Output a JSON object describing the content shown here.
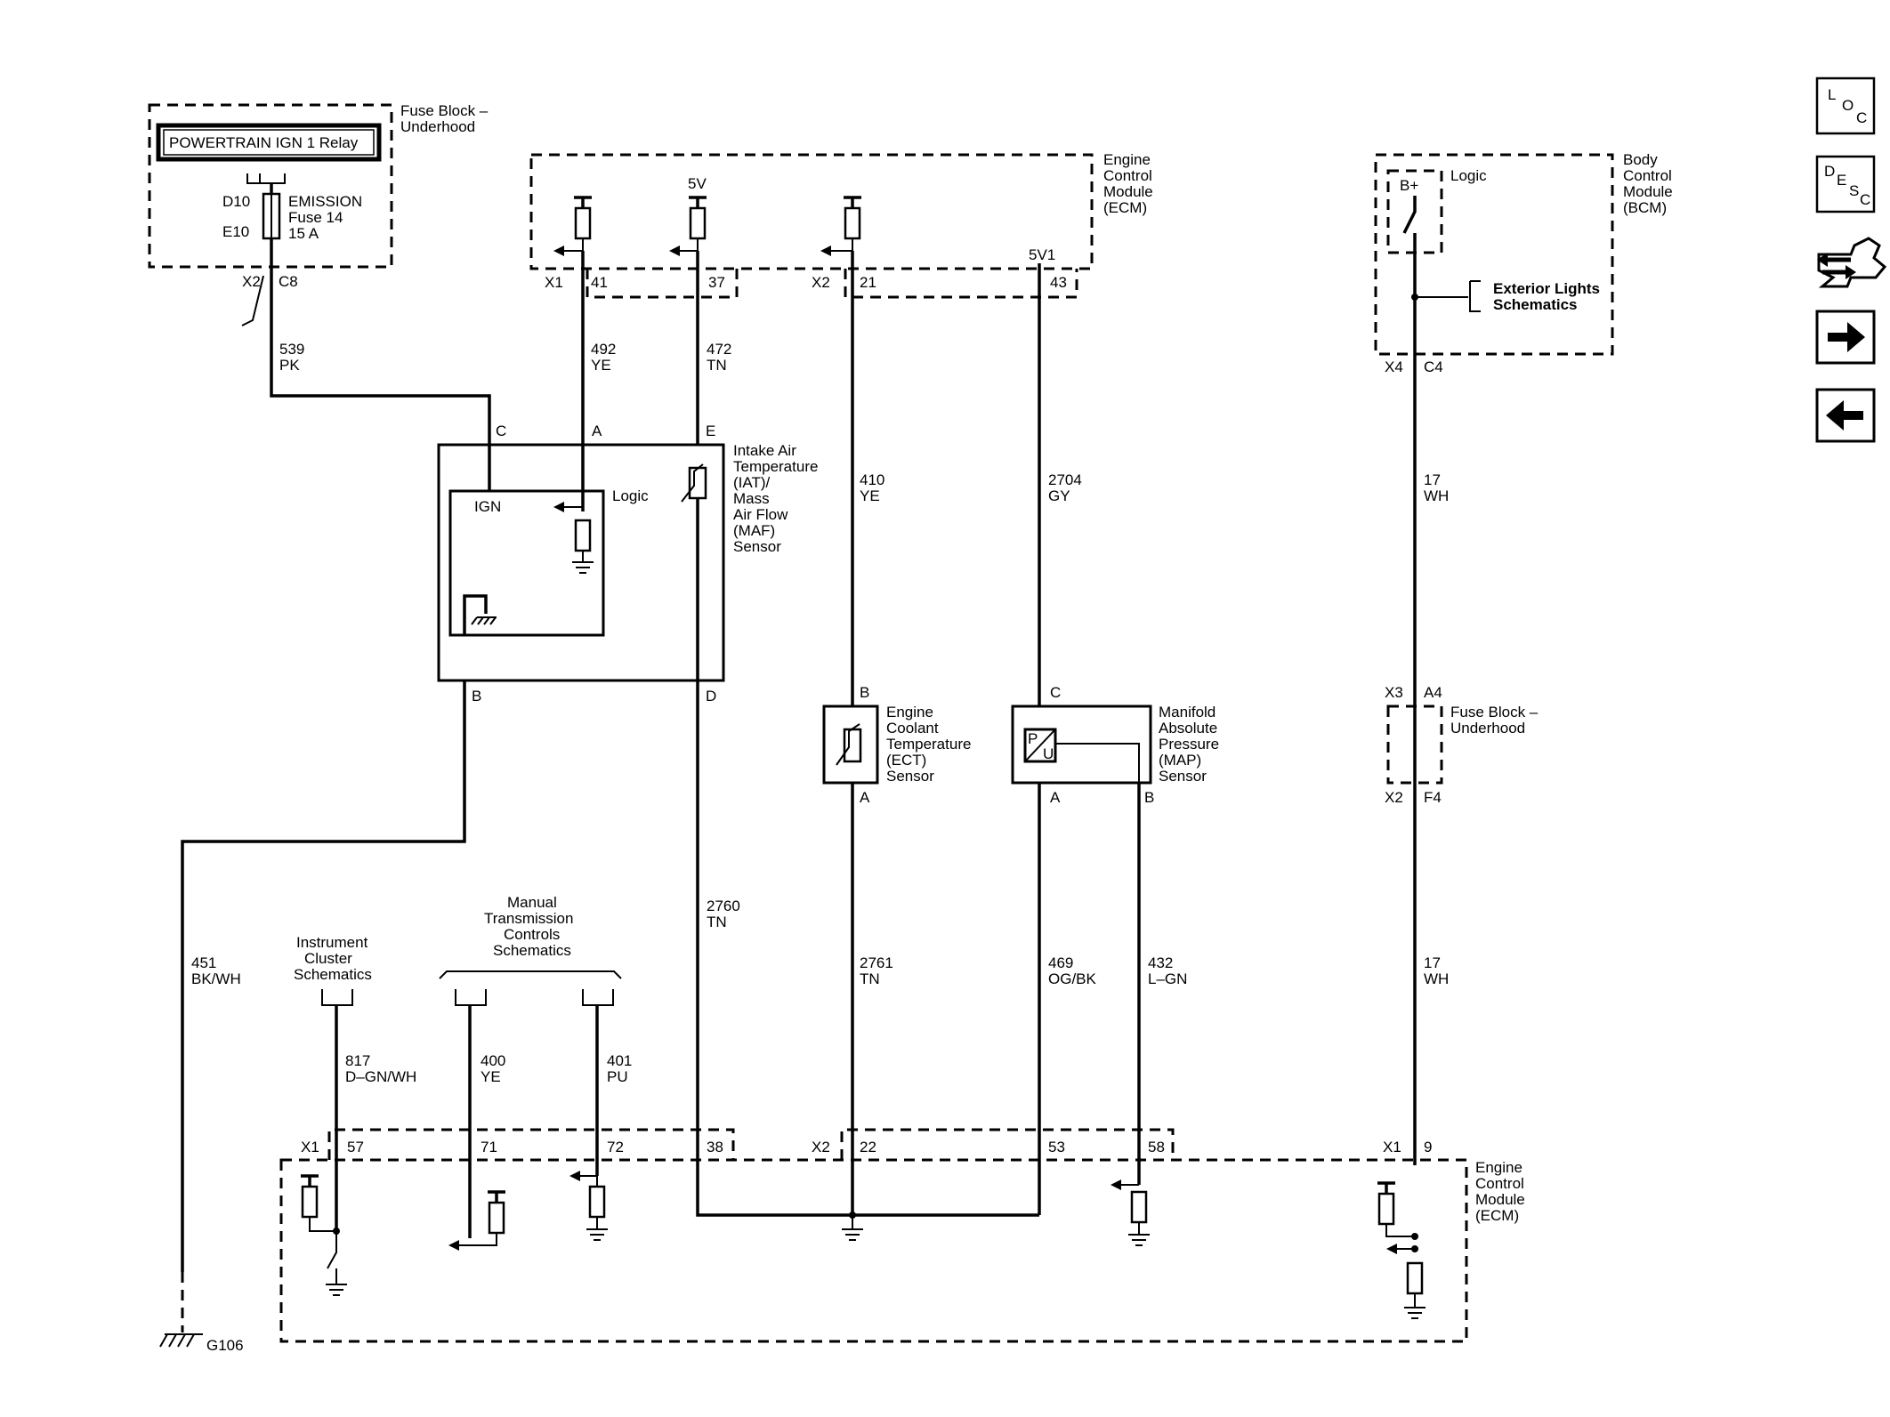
{
  "fuse_block_top": {
    "title": [
      "Fuse Block –",
      "Underhood"
    ],
    "relay": "POWERTRAIN IGN 1 Relay",
    "pin_top": "D10",
    "pin_bottom": "E10",
    "fuse": [
      "EMISSION",
      "Fuse 14",
      "15 A"
    ],
    "conn": "X2",
    "pin": "C8"
  },
  "ecm_top": {
    "title": [
      "Engine",
      "Control",
      "Module",
      "(ECM)"
    ],
    "v_5v": "5V",
    "v_5v1": "5V1",
    "x1": "X1",
    "x2": "X2",
    "pins": [
      "41",
      "37",
      "21",
      "43"
    ]
  },
  "bcm": {
    "title": [
      "Body",
      "Control",
      "Module",
      "(BCM)"
    ],
    "logic": "Logic",
    "bplus": "B+",
    "ext_lights": [
      "Exterior Lights",
      "Schematics"
    ],
    "conn": "X4",
    "pin": "C4"
  },
  "wires": {
    "w539": [
      "539",
      "PK"
    ],
    "w492": [
      "492",
      "YE"
    ],
    "w472": [
      "472",
      "TN"
    ],
    "w410": [
      "410",
      "YE"
    ],
    "w2704": [
      "2704",
      "GY"
    ],
    "w17a": [
      "17",
      "WH"
    ],
    "w17b": [
      "17",
      "WH"
    ],
    "w451": [
      "451",
      "BK/WH"
    ],
    "w817": [
      "817",
      "D–GN/WH"
    ],
    "w400": [
      "400",
      "YE"
    ],
    "w401": [
      "401",
      "PU"
    ],
    "w2760": [
      "2760",
      "TN"
    ],
    "w2761": [
      "2761",
      "TN"
    ],
    "w469": [
      "469",
      "OG/BK"
    ],
    "w432": [
      "432",
      "L–GN"
    ]
  },
  "maf": {
    "title": [
      "Intake Air",
      "Temperature",
      "(IAT)/",
      "Mass",
      "Air Flow",
      "(MAF)",
      "Sensor"
    ],
    "pins": [
      "C",
      "A",
      "E",
      "B",
      "D"
    ],
    "ign": "IGN",
    "logic": "Logic"
  },
  "ect": {
    "title": [
      "Engine",
      "Coolant",
      "Temperature",
      "(ECT)",
      "Sensor"
    ],
    "pin_b": "B",
    "pin_a": "A"
  },
  "map": {
    "title": [
      "Manifold",
      "Absolute",
      "Pressure",
      "(MAP)",
      "Sensor"
    ],
    "pin_c": "C",
    "pin_a": "A",
    "pin_b": "B",
    "p": "P",
    "u": "U"
  },
  "fuse_block_mid": {
    "title": [
      "Fuse Block –",
      "Underhood"
    ],
    "x3": "X3",
    "a4": "A4",
    "x2": "X2",
    "f4": "F4"
  },
  "refs": {
    "ipc": [
      "Instrument",
      "Cluster",
      "Schematics"
    ],
    "mt": [
      "Manual",
      "Transmission",
      "Controls",
      "Schematics"
    ]
  },
  "ecm_bottom": {
    "title": [
      "Engine",
      "Control",
      "Module",
      "(ECM)"
    ],
    "x1": "X1",
    "x2": "X2",
    "x1b": "X1",
    "pins": [
      "57",
      "71",
      "72",
      "38",
      "22",
      "53",
      "58",
      "9"
    ]
  },
  "ground": "G106",
  "nav": {
    "loc": [
      "L",
      "O",
      "C"
    ],
    "desc": [
      "D",
      "E",
      "S",
      "C"
    ]
  }
}
